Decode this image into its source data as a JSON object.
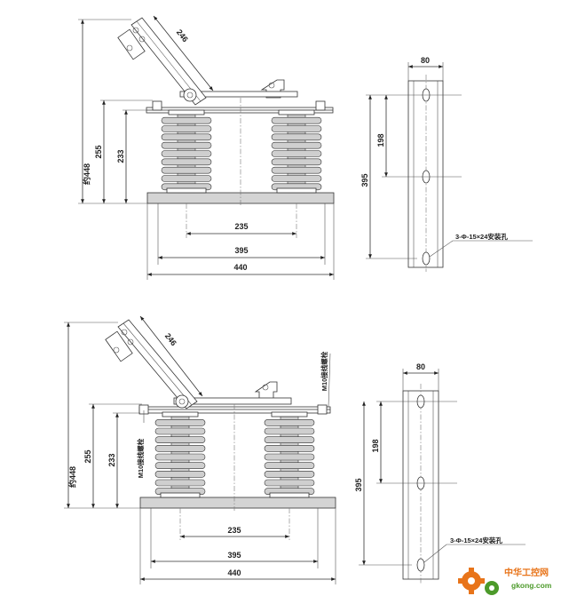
{
  "top_view": {
    "dims": {
      "overall_height": "约448",
      "upper_height": "255",
      "insulator_height": "233",
      "arm_length": "246",
      "insulator_spacing": "235",
      "mounting_spacing": "395",
      "base_length": "440"
    },
    "side": {
      "width": "80",
      "hole_spacing": "198",
      "height": "395",
      "hole_note": "3-Φ-15×24安装孔"
    }
  },
  "bottom_view": {
    "dims": {
      "overall_height": "约448",
      "upper_height": "255",
      "insulator_height": "233",
      "arm_length": "246",
      "insulator_spacing": "235",
      "mounting_spacing": "395",
      "base_length": "440"
    },
    "terminal_label_left": "M10接线螺栓",
    "terminal_label_right": "M10接线螺栓",
    "side": {
      "width": "80",
      "hole_spacing": "198",
      "height": "395",
      "hole_note": "3-Φ-15×24安装孔"
    }
  },
  "watermark": {
    "site_name": "中华工控网",
    "domain": "gkong.com",
    "colors": {
      "orange": "#e8741a",
      "green": "#4c9a2a"
    }
  }
}
